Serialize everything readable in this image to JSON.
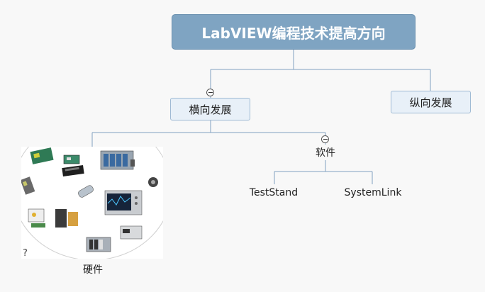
{
  "map": {
    "root": "LabVIEW编程技术提高方向",
    "horizontal": {
      "label": "横向发展",
      "software": {
        "label": "软件",
        "children": [
          "TestStand",
          "SystemLink"
        ]
      },
      "hardware": {
        "label": "硬件",
        "image_icon": "hardware-collage-icon",
        "help_glyph": "?"
      }
    },
    "vertical": {
      "label": "纵向发展"
    }
  },
  "colors": {
    "root_fill": "#7fa4c2",
    "topic_fill": "#e8f0f8",
    "topic_border": "#9fbad4",
    "line": "#7f9fbf",
    "background": "#f8f8f8"
  }
}
